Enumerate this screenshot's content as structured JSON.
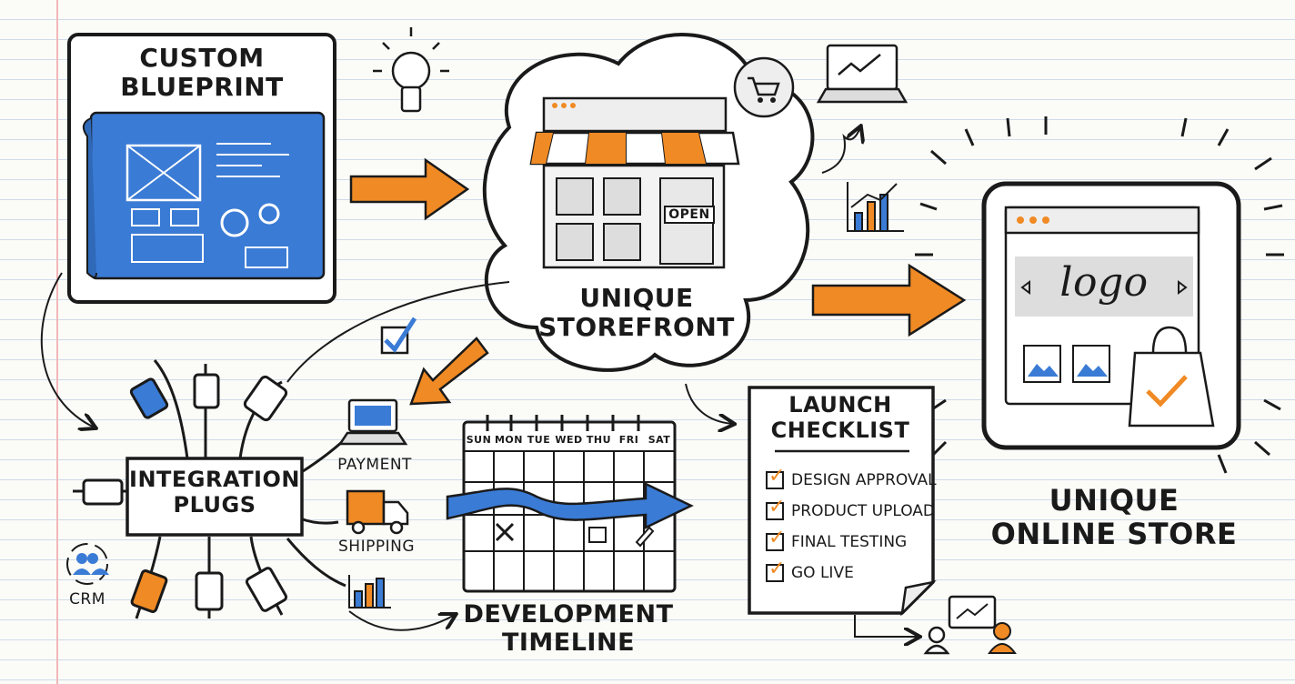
{
  "blueprint": {
    "title_line1": "CUSTOM",
    "title_line2": "BLUEPRINT"
  },
  "storefront": {
    "title_line1": "UNIQUE",
    "title_line2": "STOREFRONT",
    "open_sign": "OPEN"
  },
  "online_store": {
    "title_line1": "UNIQUE",
    "title_line2": "ONLINE STORE",
    "logo_text": "logo"
  },
  "integration": {
    "title_line1": "INTEGRATION",
    "title_line2": "PLUGS",
    "payment_label": "PAYMENT",
    "shipping_label": "SHIPPING",
    "crm_label": "CRM"
  },
  "timeline": {
    "title_line1": "DEVELOPMENT",
    "title_line2": "TIMELINE",
    "days": [
      "SUN",
      "MON",
      "TUE",
      "WED",
      "THU",
      "FRI",
      "SAT"
    ]
  },
  "checklist": {
    "title_line1": "LAUNCH",
    "title_line2": "CHECKLIST",
    "items": [
      "DESIGN APPROVAL",
      "PRODUCT UPLOAD",
      "FINAL TESTING",
      "GO LIVE"
    ]
  },
  "colors": {
    "accent_orange": "#f08a24",
    "blueprint_blue": "#3a7bd5",
    "ink": "#1a1a1a"
  },
  "icons": [
    "lightbulb-icon",
    "cart-bubble-icon",
    "laptop-chart-icon",
    "bar-chart-icon",
    "checkbox-icon",
    "team-icon"
  ]
}
